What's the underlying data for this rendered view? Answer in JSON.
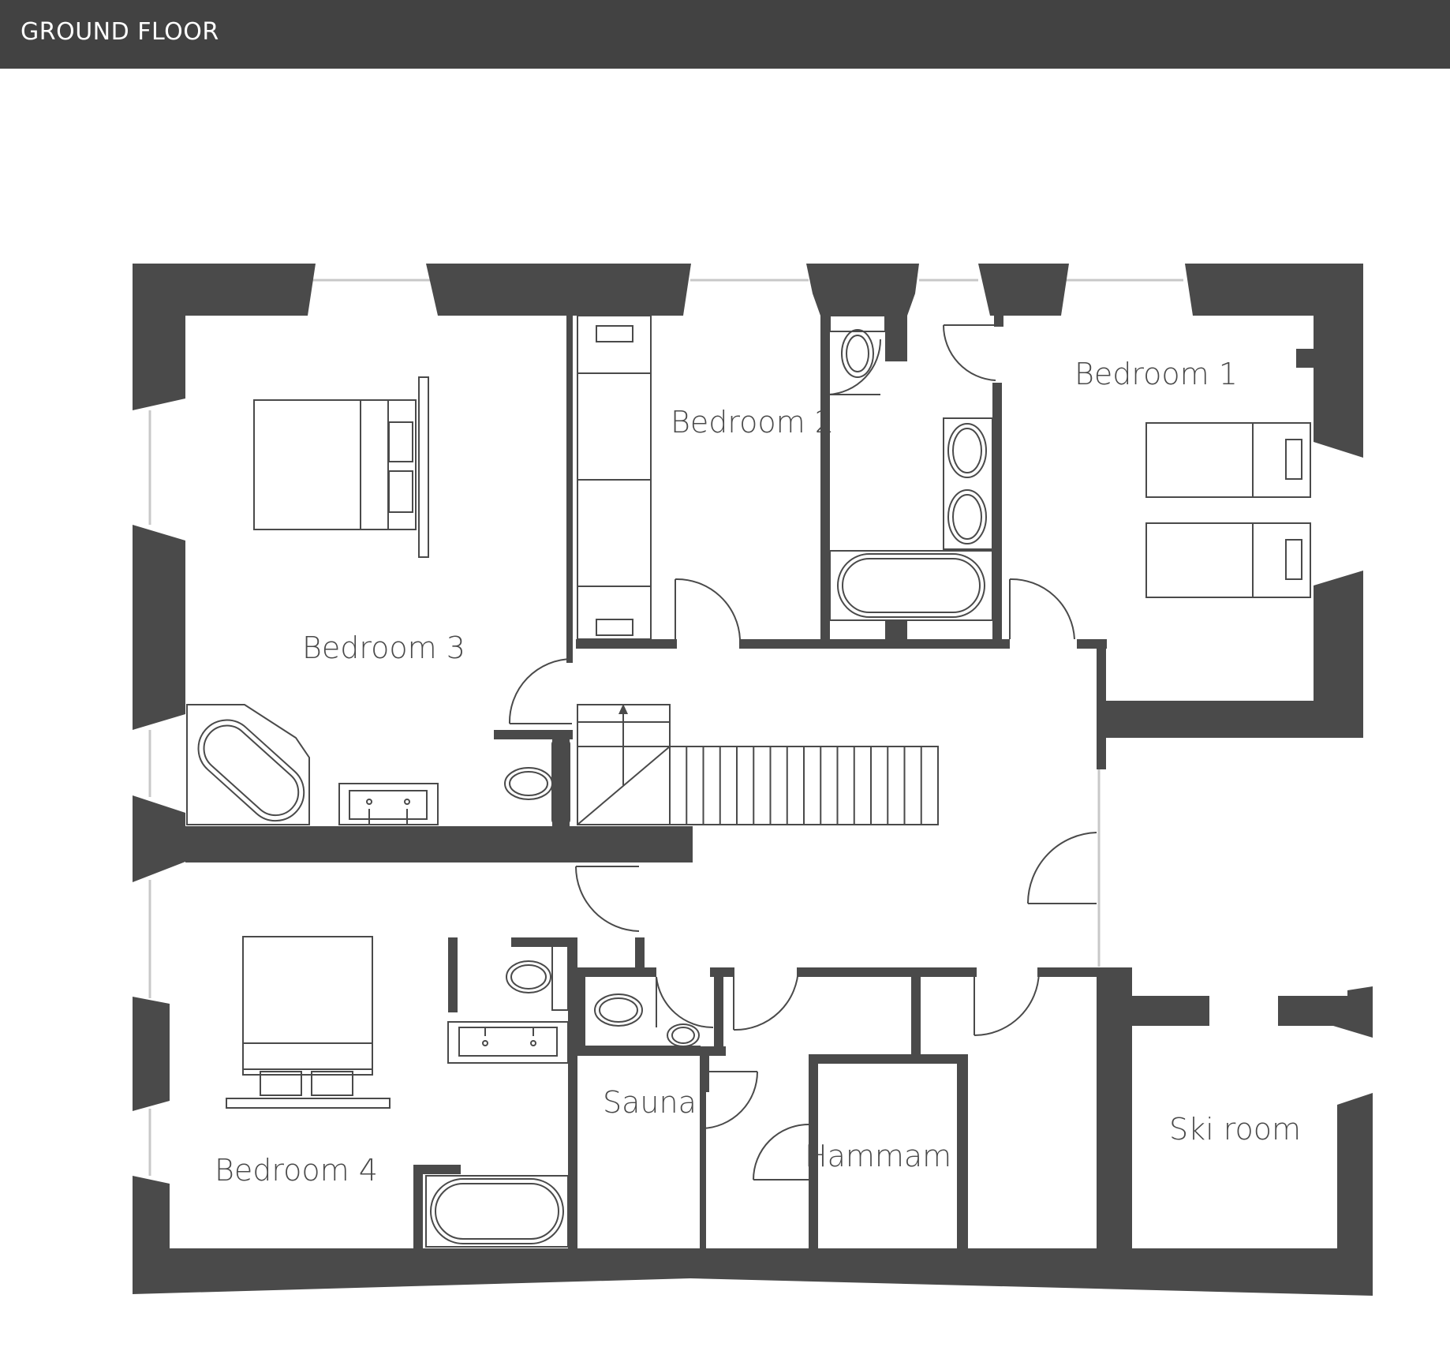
{
  "header": {
    "title": "GROUND FLOOR"
  },
  "rooms": {
    "bedroom1": "Bedroom 1",
    "bedroom2": "Bedroom 2",
    "bedroom3": "Bedroom 3",
    "bedroom4": "Bedroom 4",
    "sauna": "Sauna",
    "hammam": "Hammam",
    "ski_room": "Ski room"
  },
  "colors": {
    "header_bg": "#424242",
    "wall": "#4a4a4a",
    "window": "#c8c8c8"
  }
}
